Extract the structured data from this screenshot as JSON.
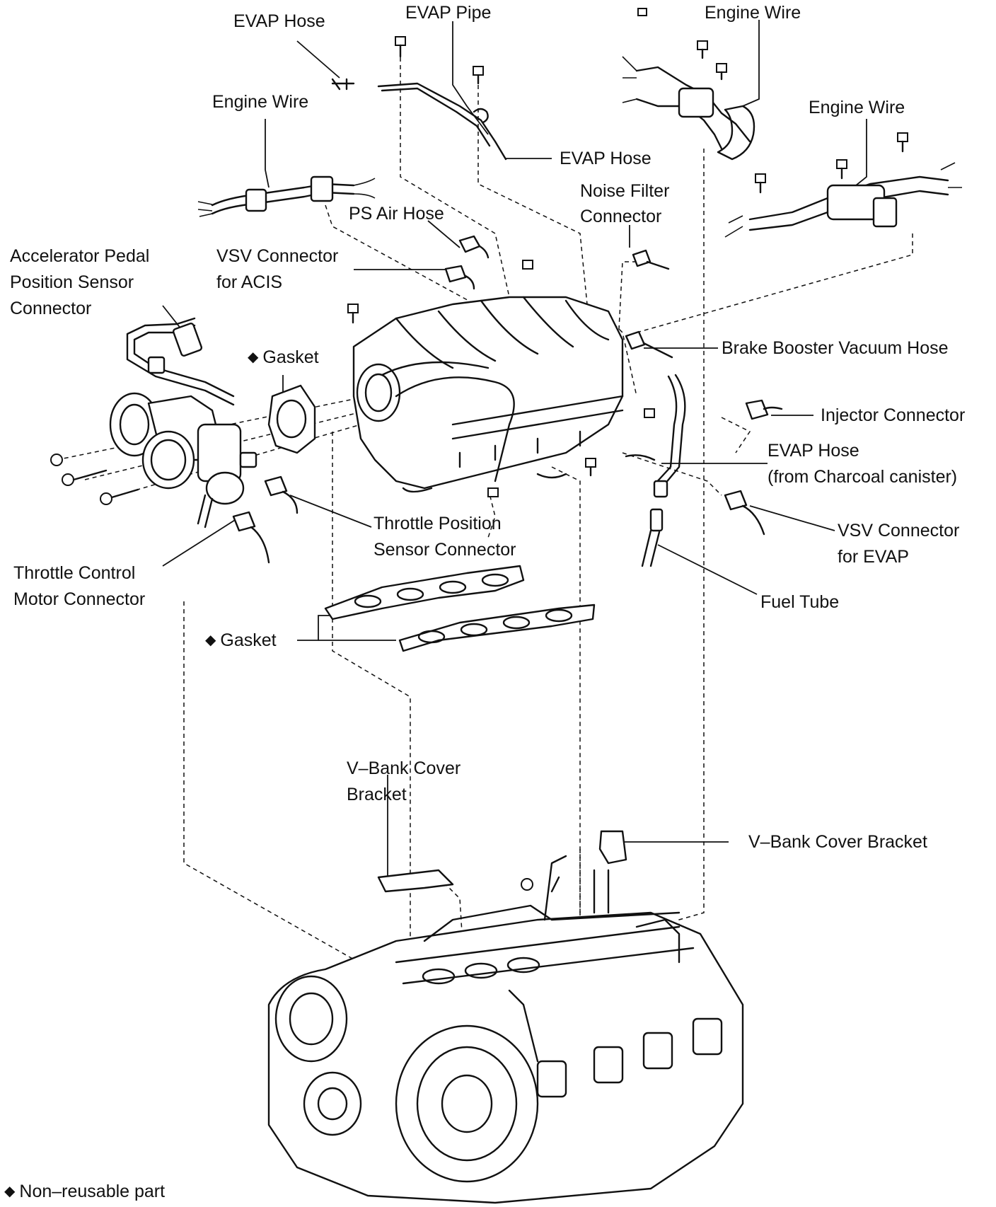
{
  "labels": {
    "evap_hose_top": "EVAP Hose",
    "evap_pipe": "EVAP Pipe",
    "engine_wire_top_right": "Engine Wire",
    "engine_wire_left": "Engine Wire",
    "engine_wire_right": "Engine Wire",
    "evap_hose_mid": "EVAP Hose",
    "noise_filter_l1": "Noise Filter",
    "noise_filter_l2": "Connector",
    "ps_air_hose": "PS Air Hose",
    "vsv_acis_l1": "VSV Connector",
    "vsv_acis_l2": "for ACIS",
    "appsc_l1": "Accelerator Pedal",
    "appsc_l2": "Position Sensor",
    "appsc_l3": "Connector",
    "gasket_throttle": "Gasket",
    "brake_booster": "Brake Booster Vacuum Hose",
    "injector_connector": "Injector Connector",
    "evap_canister_l1": "EVAP Hose",
    "evap_canister_l2": "(from Charcoal canister)",
    "tps_l1": "Throttle Position",
    "tps_l2": "Sensor Connector",
    "vsv_evap_l1": "VSV Connector",
    "vsv_evap_l2": "for EVAP",
    "tcm_l1": "Throttle Control",
    "tcm_l2": "Motor Connector",
    "fuel_tube": "Fuel Tube",
    "gasket_manifold": "Gasket",
    "vbank_left_l1": "V–Bank Cover",
    "vbank_left_l2": "Bracket",
    "vbank_right": "V–Bank Cover  Bracket"
  },
  "legend": {
    "symbol": "◆",
    "text": "Non–reusable part"
  }
}
